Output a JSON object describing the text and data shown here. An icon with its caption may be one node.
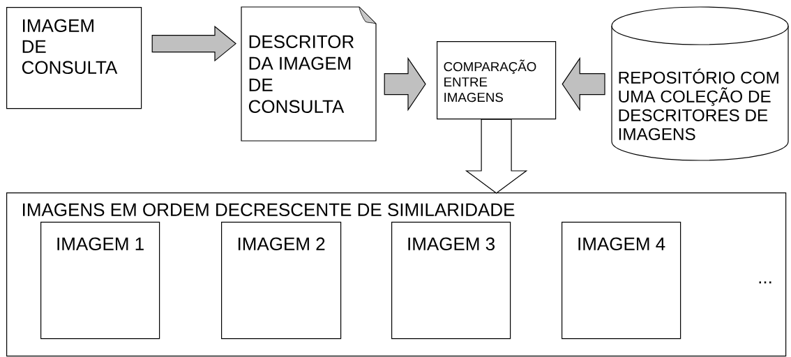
{
  "diagram": {
    "nodes": [
      {
        "text": [
          "IMAGEM DE CONSULTA"
        ]
      },
      {
        "text": [
          "DESCRITOR DA IMAGEM DE CONSULTA"
        ]
      },
      {
        "text": [
          "COMPARAÇÃO ENTRE IMAGENS"
        ]
      },
      {
        "text": [
          "REPOSITÓRIO COM UMA COLEÇÃO DE DESCRITORES DE IMAGENS"
        ]
      },
      {
        "text": [
          "IMAGENS EM ORDEM DECRESCENTE DE SIMILARIDADE"
        ]
      },
      {
        "text": [
          "IMAGEM 1"
        ],
        "in": 4
      },
      {
        "text": [
          "IMAGEM 2"
        ],
        "in": 4
      },
      {
        "text": [
          "IMAGEM 3"
        ],
        "in": 4
      },
      {
        "text": [
          "IMAGEM 4"
        ],
        "in": 4
      }
    ],
    "edges": [
      {
        "from": 0,
        "to": 1,
        "arrow": "to"
      },
      {
        "from": 1,
        "to": 2,
        "arrow": "to"
      },
      {
        "from": 3,
        "to": 2,
        "arrow": "to"
      },
      {
        "from": 2,
        "to": 4,
        "arrow": "to",
        "color": "#ffffff"
      }
    ],
    "labels": [
      "..."
    ]
  }
}
